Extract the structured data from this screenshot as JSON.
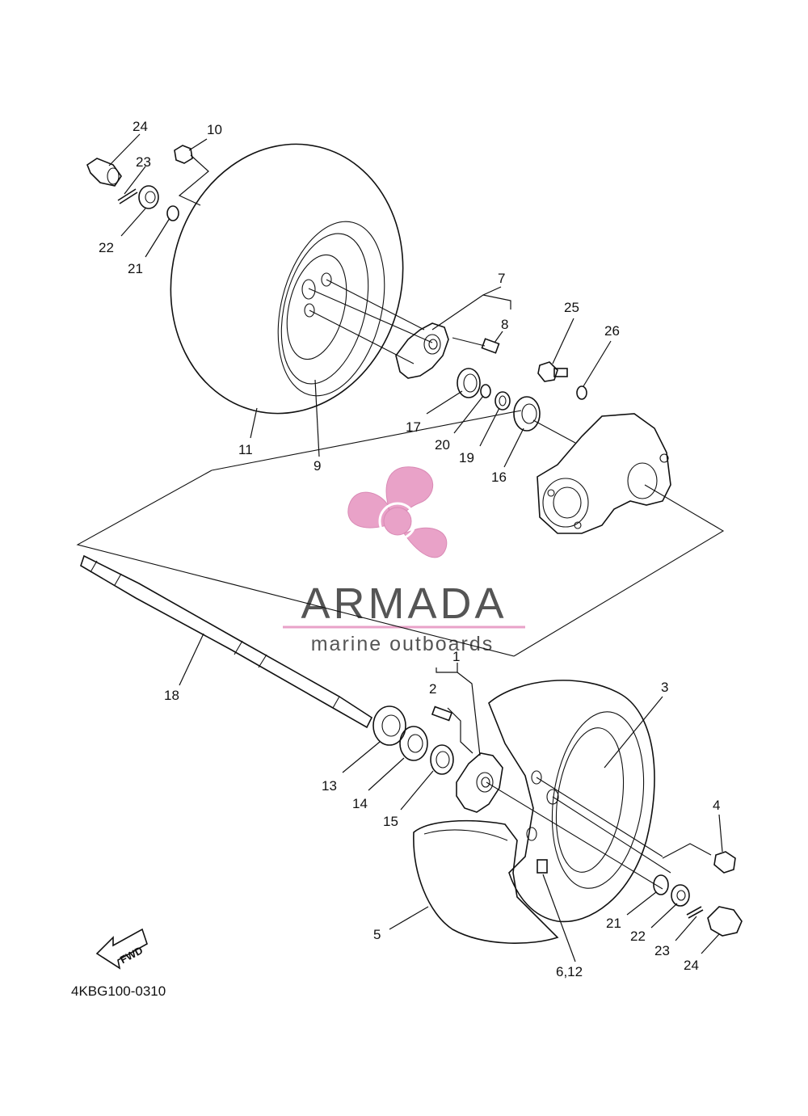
{
  "diagram_code": "4KBG100-0310",
  "fwd_label": "FWD",
  "watermark": {
    "brand": "ARMADA",
    "tagline": "marine outboards",
    "colors": {
      "logo": "#e9a2c8",
      "text": "#555555",
      "rule": "#e9a2c8"
    }
  },
  "callouts": [
    {
      "id": "1",
      "label": "1"
    },
    {
      "id": "2",
      "label": "2"
    },
    {
      "id": "3",
      "label": "3"
    },
    {
      "id": "4",
      "label": "4"
    },
    {
      "id": "5",
      "label": "5"
    },
    {
      "id": "6-12",
      "label": "6,12"
    },
    {
      "id": "7",
      "label": "7"
    },
    {
      "id": "8",
      "label": "8"
    },
    {
      "id": "9",
      "label": "9"
    },
    {
      "id": "10",
      "label": "10"
    },
    {
      "id": "11",
      "label": "11"
    },
    {
      "id": "13",
      "label": "13"
    },
    {
      "id": "14",
      "label": "14"
    },
    {
      "id": "15",
      "label": "15"
    },
    {
      "id": "16",
      "label": "16"
    },
    {
      "id": "17",
      "label": "17"
    },
    {
      "id": "18",
      "label": "18"
    },
    {
      "id": "19",
      "label": "19"
    },
    {
      "id": "20",
      "label": "20"
    },
    {
      "id": "21a",
      "label": "21"
    },
    {
      "id": "22a",
      "label": "22"
    },
    {
      "id": "23a",
      "label": "23"
    },
    {
      "id": "24a",
      "label": "24"
    },
    {
      "id": "21b",
      "label": "21"
    },
    {
      "id": "22b",
      "label": "22"
    },
    {
      "id": "23b",
      "label": "23"
    },
    {
      "id": "24b",
      "label": "24"
    },
    {
      "id": "25",
      "label": "25"
    },
    {
      "id": "26",
      "label": "26"
    }
  ]
}
